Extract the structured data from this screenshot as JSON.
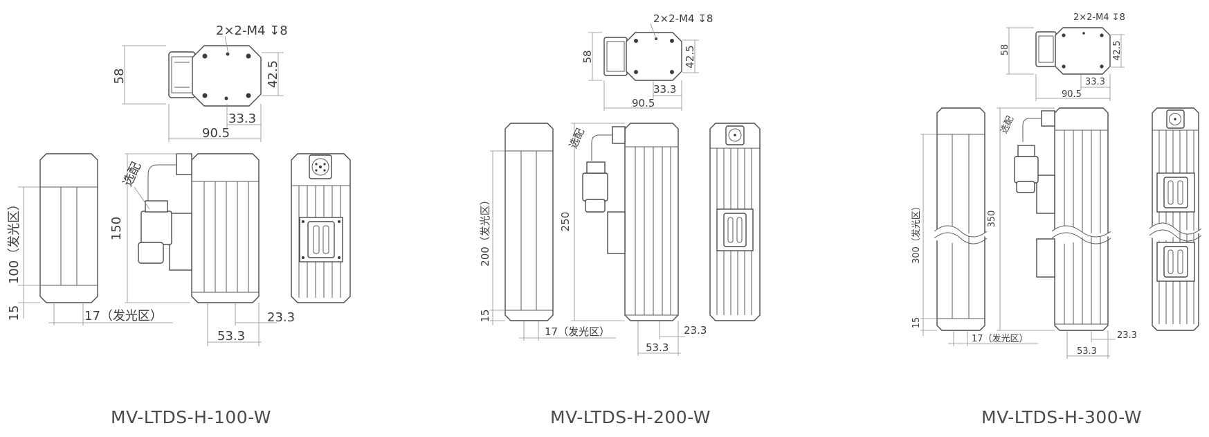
{
  "models": [
    {
      "name": "MV-LTDS-H-100-W",
      "dims": {
        "hole": "2×2-M4 ↧8",
        "height_top": "58",
        "height_plate": "42.5",
        "offset": "33.3",
        "width_top": "90.5",
        "length_total": "150",
        "emit_length": "100（发光区）",
        "bottom_margin": "15",
        "emit_width": "17（发光区）",
        "side_offset": "23.3",
        "side_width": "53.3",
        "optional": "选配"
      }
    },
    {
      "name": "MV-LTDS-H-200-W",
      "dims": {
        "hole": "2×2-M4 ↧8",
        "height_top": "58",
        "height_plate": "42.5",
        "offset": "33.3",
        "width_top": "90.5",
        "length_total": "250",
        "emit_length": "200（发光区）",
        "bottom_margin": "15",
        "emit_width": "17（发光区）",
        "side_offset": "23.3",
        "side_width": "53.3",
        "optional": "选配"
      }
    },
    {
      "name": "MV-LTDS-H-300-W",
      "dims": {
        "hole": "2×2-M4 ↧8",
        "height_top": "58",
        "height_plate": "42.5",
        "offset": "33.3",
        "width_top": "90.5",
        "length_total": "350",
        "emit_length": "300（发光区）",
        "bottom_margin": "15",
        "emit_width": "17（发光区）",
        "side_offset": "23.3",
        "side_width": "53.3",
        "optional": "选配"
      }
    }
  ]
}
